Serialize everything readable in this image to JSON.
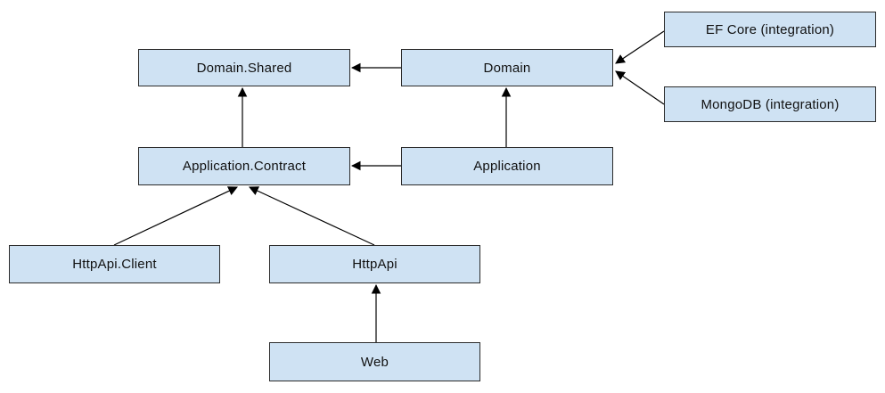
{
  "diagram": {
    "type": "dependency-graph",
    "background": "#ffffff",
    "node_style": {
      "fill": "#cfe2f3",
      "border": "#2b2b2b",
      "text_color": "#111111"
    },
    "arrow_color": "#000000",
    "nodes": {
      "domain_shared": {
        "label": "Domain.Shared"
      },
      "domain": {
        "label": "Domain"
      },
      "ef_core": {
        "label": "EF Core (integration)"
      },
      "mongodb": {
        "label": "MongoDB (integration)"
      },
      "application_contract": {
        "label": "Application.Contract"
      },
      "application": {
        "label": "Application"
      },
      "httpapi_client": {
        "label": "HttpApi.Client"
      },
      "httpapi": {
        "label": "HttpApi"
      },
      "web": {
        "label": "Web"
      }
    },
    "edges": [
      {
        "from": "Domain",
        "to": "Domain.Shared"
      },
      {
        "from": "EF Core (integration)",
        "to": "Domain"
      },
      {
        "from": "MongoDB (integration)",
        "to": "Domain"
      },
      {
        "from": "Application",
        "to": "Domain"
      },
      {
        "from": "Application",
        "to": "Application.Contract"
      },
      {
        "from": "Application.Contract",
        "to": "Domain.Shared"
      },
      {
        "from": "HttpApi.Client",
        "to": "Application.Contract"
      },
      {
        "from": "HttpApi",
        "to": "Application.Contract"
      },
      {
        "from": "Web",
        "to": "HttpApi"
      }
    ]
  }
}
